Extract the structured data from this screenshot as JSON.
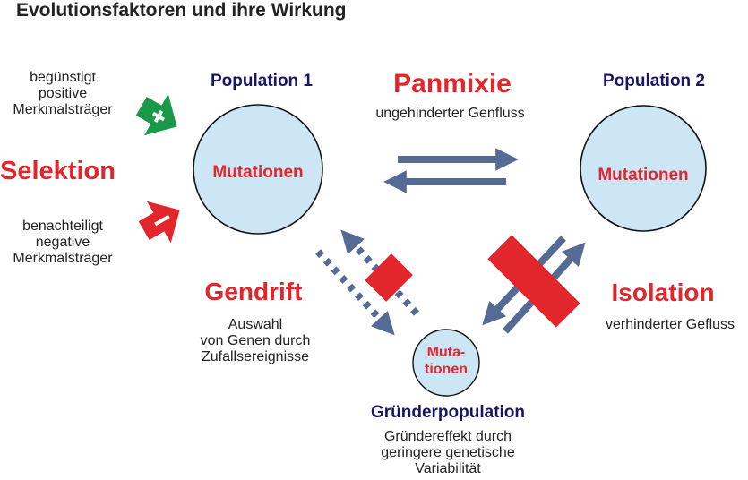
{
  "title": "Evolutionsfaktoren und ihre Wirkung",
  "selektion": {
    "label": "Selektion",
    "positive": [
      "begünstigt",
      "positive",
      "Merkmalsträger"
    ],
    "negative": [
      "benachteiligt",
      "negative",
      "Merkmalsträger"
    ]
  },
  "population1": {
    "label": "Population 1",
    "inner": "Mutationen"
  },
  "population2": {
    "label": "Population 2",
    "inner": "Mutationen"
  },
  "panmixie": {
    "label": "Panmixie",
    "desc": "ungehinderter Genfluss"
  },
  "gendrift": {
    "label": "Gendrift",
    "desc": [
      "Auswahl",
      "von Genen durch",
      "Zufallsereignisse"
    ]
  },
  "isolation": {
    "label": "Isolation",
    "desc": "verhinderter Gefluss"
  },
  "gruender": {
    "label": "Gründerpopulation",
    "inner": [
      "Muta-",
      "tionen"
    ],
    "desc": [
      "Gründereffekt durch",
      "geringere genetische",
      "Variabilität"
    ]
  },
  "colors": {
    "red": "#e3262b",
    "navy": "#1a1466",
    "green": "#1a9a48",
    "arrow": "#556b95",
    "circle_fill": "#cde6f5"
  }
}
